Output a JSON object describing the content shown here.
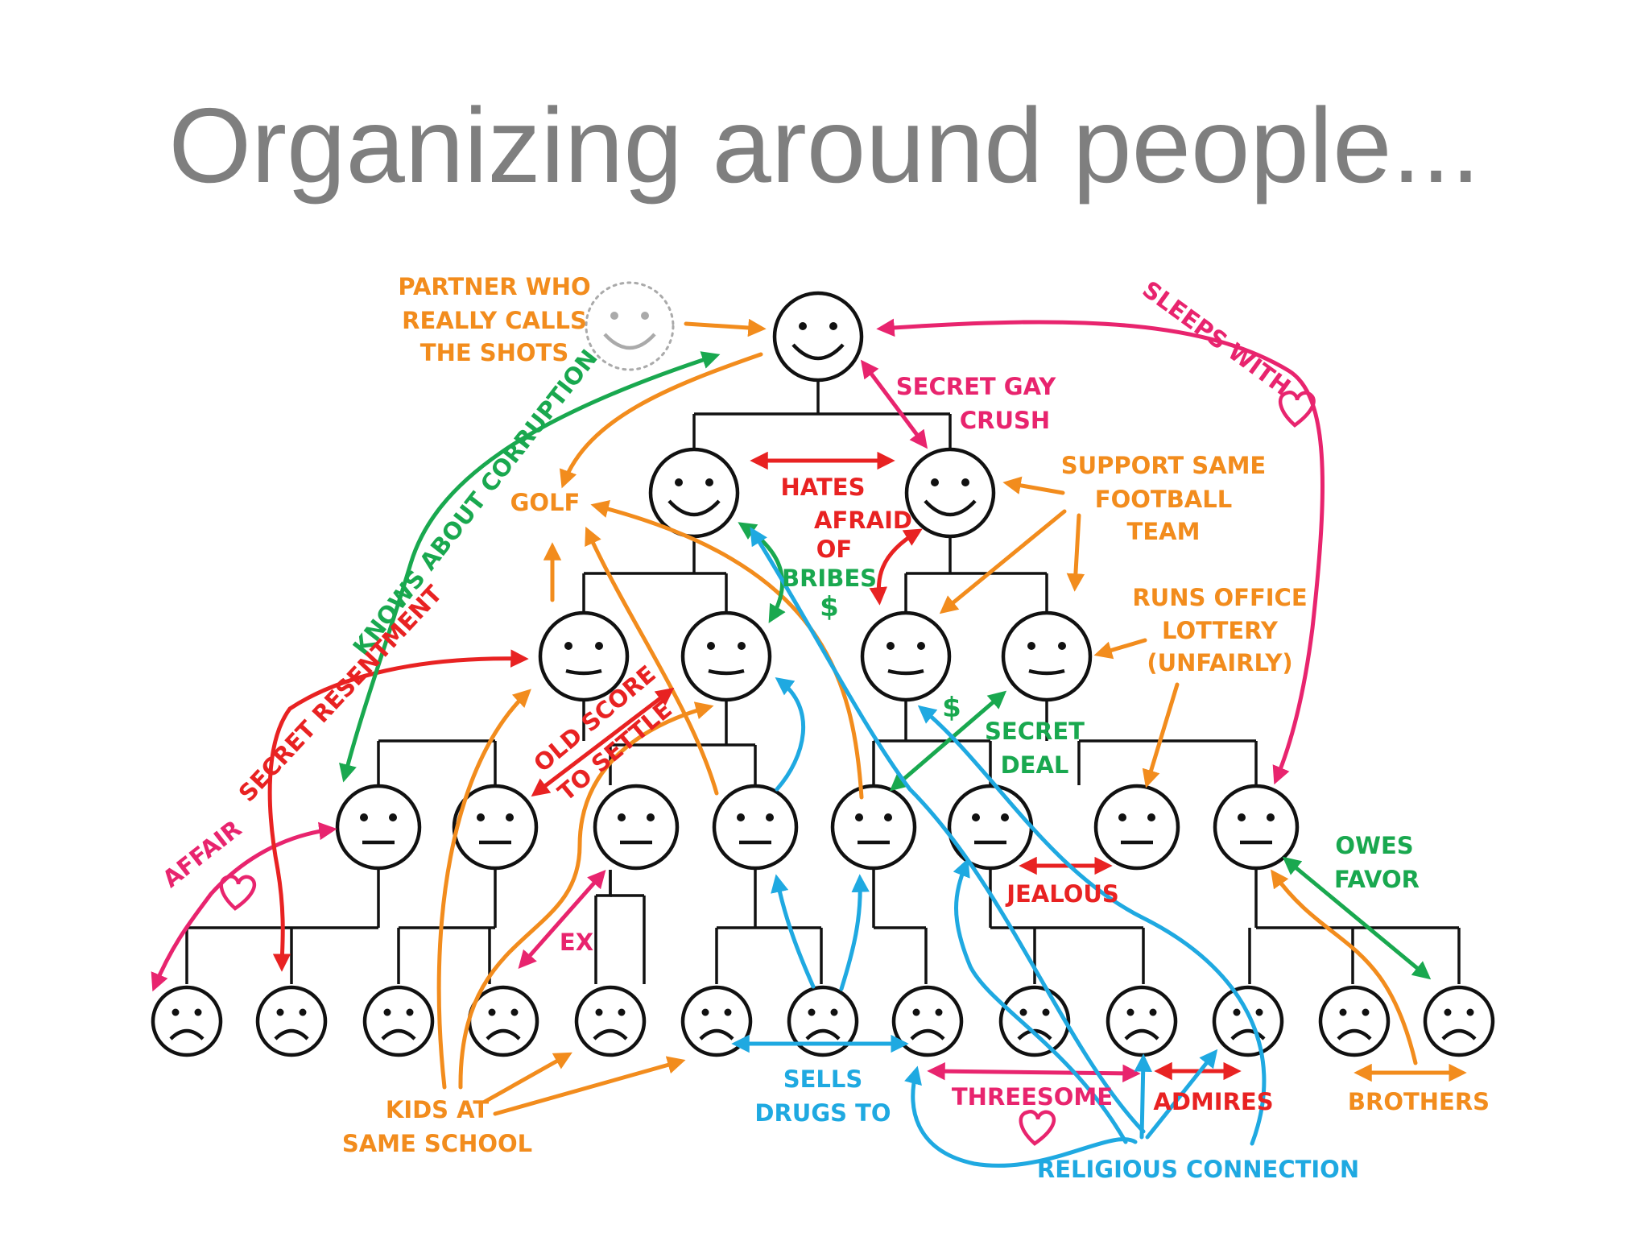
{
  "title": "Organizing around people...",
  "colors": {
    "orange": "#f28c1d",
    "pink": "#e8246e",
    "red": "#e82222",
    "green": "#19a84f",
    "blue": "#1fa9e1",
    "line": "#111111",
    "title": "#7f7f7f",
    "partner": "#aaaaaa"
  },
  "labels": {
    "partner": [
      "PARTNER WHO",
      "REALLY CALLS",
      "THE SHOTS"
    ],
    "sleeps_with": "SLEEPS WITH",
    "secret_gay_crush": [
      "SECRET GAY",
      "CRUSH"
    ],
    "hates": "HATES",
    "golf": "GOLF",
    "knows_about_corruption": "KNOWS ABOUT CORRUPTION",
    "support_same_football_team": [
      "SUPPORT SAME",
      "FOOTBALL",
      "TEAM"
    ],
    "afraid_of": [
      "AFRAID",
      "OF"
    ],
    "bribes": "BRIBES",
    "dollar": "$",
    "runs_office_lottery": [
      "RUNS OFFICE",
      "LOTTERY",
      "(UNFAIRLY)"
    ],
    "secret_resentment": "SECRET RESENTMENT",
    "old_score": "OLD SCORE",
    "to_settle": "TO SETTLE",
    "secret_deal": [
      "SECRET",
      "DEAL"
    ],
    "affair": "AFFAIR",
    "owes_favor": [
      "OWES",
      "FAVOR"
    ],
    "jealous": "JEALOUS",
    "ex": "EX",
    "sells_drugs_to": [
      "SELLS",
      "DRUGS TO"
    ],
    "threesome": "THREESOME",
    "admires": "ADMIRES",
    "brothers": "BROTHERS",
    "kids_at_same_school": [
      "KIDS AT",
      "SAME SCHOOL"
    ],
    "religious_connection": "RELIGIOUS CONNECTION"
  },
  "hierarchy": {
    "levels": [
      "smiling",
      "smiling",
      "neutral",
      "flat",
      "sad"
    ],
    "counts": [
      1,
      2,
      4,
      8,
      13
    ]
  }
}
